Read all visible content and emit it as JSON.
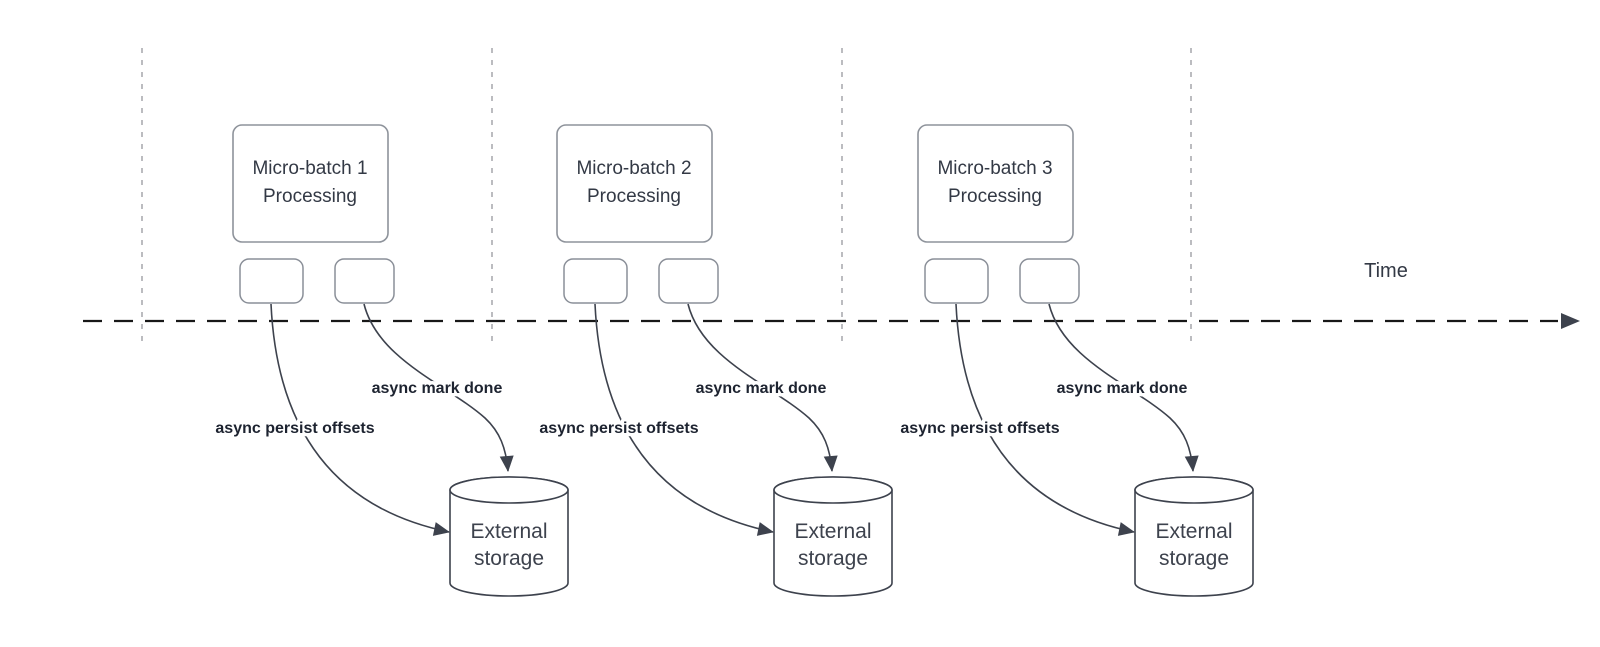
{
  "diagram": {
    "time_axis": {
      "label": "Time"
    },
    "batches": [
      {
        "box_lines": [
          "Micro-batch 1",
          "Processing"
        ],
        "persist_arrow_label": "async persist offsets",
        "mark_done_arrow_label": "async mark done",
        "storage_lines": [
          "External",
          "storage"
        ]
      },
      {
        "box_lines": [
          "Micro-batch 2",
          "Processing"
        ],
        "persist_arrow_label": "async persist offsets",
        "mark_done_arrow_label": "async mark done",
        "storage_lines": [
          "External",
          "storage"
        ]
      },
      {
        "box_lines": [
          "Micro-batch 3",
          "Processing"
        ],
        "persist_arrow_label": "async persist offsets",
        "mark_done_arrow_label": "async mark done",
        "storage_lines": [
          "External",
          "storage"
        ]
      }
    ],
    "colors": {
      "box_border": "#8e939b",
      "shape_line": "#3d424d",
      "label_text": "#1d2330",
      "box_text": "#333945",
      "guide_dash": "#b4b5ba",
      "timeline": "#181818"
    }
  }
}
